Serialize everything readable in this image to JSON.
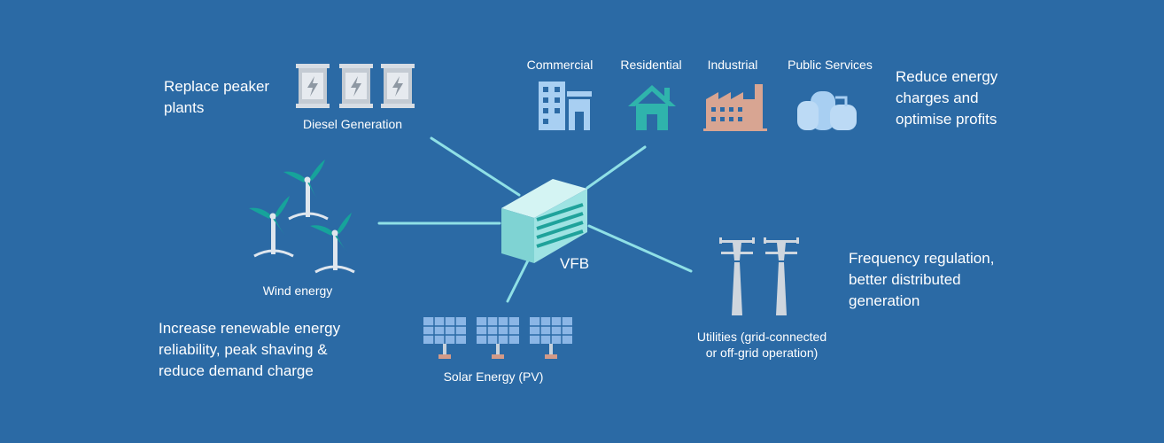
{
  "center": {
    "label": "VFB"
  },
  "diesel": {
    "caption": "Diesel Generation",
    "description": [
      "Replace peaker",
      "plants"
    ]
  },
  "consumers": {
    "commercial": "Commercial",
    "residential": "Residential",
    "industrial": "Industrial",
    "public_services": "Public Services",
    "description": [
      "Reduce energy",
      "charges and",
      "optimise profits"
    ]
  },
  "wind": {
    "caption": "Wind energy",
    "description": [
      "Increase renewable energy",
      "reliability, peak shaving &",
      "reduce demand charge"
    ]
  },
  "solar": {
    "caption": "Solar Energy (PV)"
  },
  "utilities": {
    "caption": [
      "Utilities (grid-connected",
      "or off-grid operation)"
    ],
    "description": [
      "Frequency regulation,",
      "better distributed",
      "generation"
    ]
  },
  "colors": {
    "background": "#2b6aa5",
    "connector": "#8fe0e6",
    "vfb": "#9ee3e3",
    "vfb_stripes": "#1fa29b",
    "diesel": "#d7dde4",
    "building": "#a8cff2",
    "house": "#2fb4ac",
    "factory": "#d8a592",
    "turbine_blade": "#16a39b",
    "solar_panel": "#8bb6e6",
    "pylon": "#cfd6de"
  }
}
